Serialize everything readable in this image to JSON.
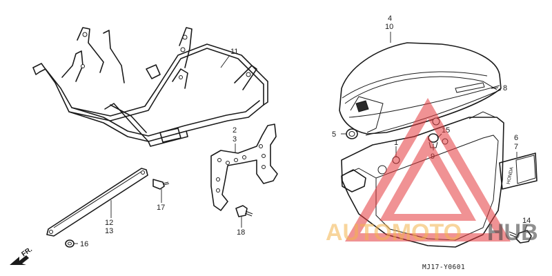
{
  "diagram": {
    "code": "MJ17-Y0601",
    "direction": "FR.",
    "callouts": {
      "c4": "4",
      "c10": "10",
      "c11": "11",
      "c8": "8",
      "c2": "2",
      "c3": "3",
      "c5": "5",
      "c9": "9",
      "c15": "15",
      "c1": "1",
      "c6": "6",
      "c7": "7",
      "c12": "12",
      "c13": "13",
      "c16": "16",
      "c17": "17",
      "c18": "18",
      "c14": "14"
    },
    "emblem_text": "HONDA"
  },
  "watermark": {
    "text_a": "AUTOMOTO",
    "text_b": "HUB",
    "color_a": "#f3b24a",
    "color_b": "#444444",
    "triangle_color": "#e4383c"
  }
}
